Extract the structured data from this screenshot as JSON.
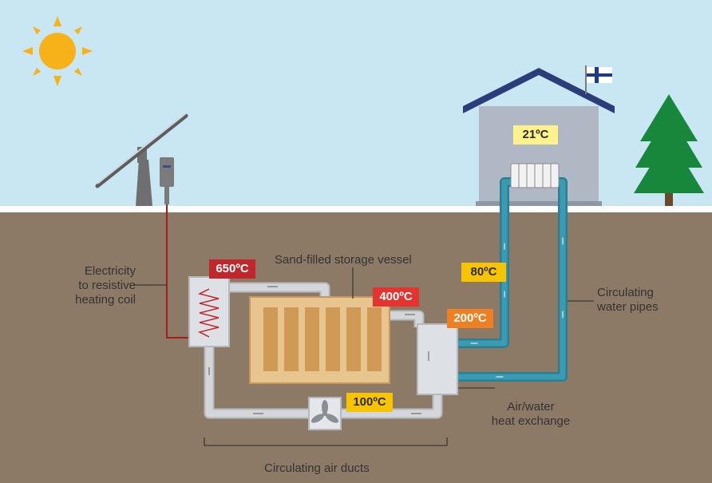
{
  "labels": {
    "electricity": [
      "Electricity",
      "to resistive",
      "heating coil"
    ],
    "storage_vessel": "Sand-filled storage vessel",
    "water_pipes": [
      "Circulating",
      "water pipes"
    ],
    "heat_exchange": [
      "Air/water",
      "heat exchange"
    ],
    "air_ducts": "Circulating air ducts"
  },
  "temperatures": {
    "house": "21ºC",
    "coil": "650ºC",
    "vessel_out": "400ºC",
    "exchanger_in": "200ºC",
    "water_supply": "80ºC",
    "fan": "100ºC"
  },
  "colors": {
    "sky": "#c9e6f3",
    "ground": "#8c7a66",
    "sand": "#d9a766",
    "water_pipe": "#3a9bb3",
    "air_duct": "#d3d6da",
    "temp_hot": "#c0262b",
    "temp_mid": "#ee7f22",
    "temp_cool": "#f8c400",
    "temp_house": "#fff18c"
  },
  "icons": [
    "sun-icon",
    "solar-panel-icon",
    "house-icon",
    "finnish-flag-icon",
    "tree-icon",
    "fan-icon",
    "radiator-icon"
  ]
}
